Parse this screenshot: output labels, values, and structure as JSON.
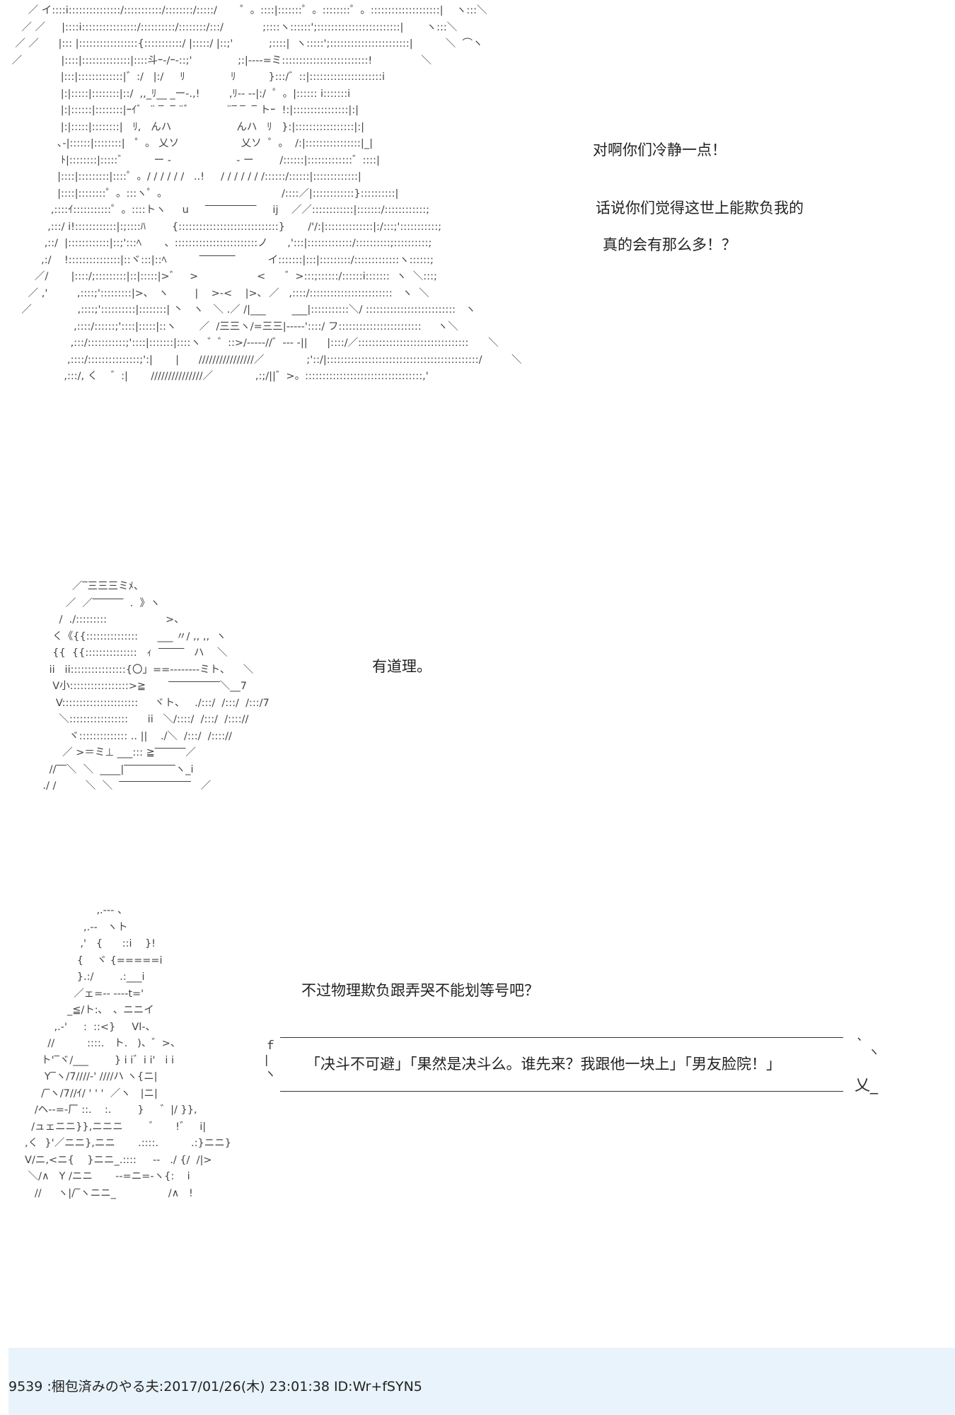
{
  "dialogue": {
    "line1": "对啊你们冷静一点！",
    "line2": "话说你们觉得这世上能欺负我的",
    "line3": "真的会有那么多！？",
    "line4": "有道理。",
    "line5": "不过物理欺负跟弄哭不能划等号吧？",
    "speech": "「决斗不可避」「果然是决斗么。谁先来？我跟他一块上」「男友脸院！」"
  },
  "footer": {
    "post_meta": "9539 :梱包済みのやる夫:2017/01/26(木) 23:01:38 ID:Wr+fSYN5"
  },
  "colors": {
    "footer_bg": "#e8f3fb",
    "text": "#222222",
    "art": "#444444"
  }
}
